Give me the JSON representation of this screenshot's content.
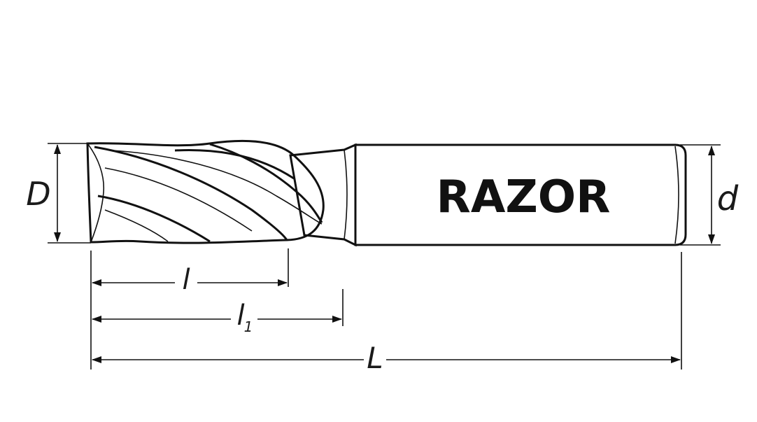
{
  "brand": "RAZOR",
  "dimensions": {
    "cutter_diameter": "D",
    "shank_diameter": "d",
    "cutting_length": "l",
    "flute_length_main": "l",
    "flute_length_sub": "1",
    "overall_length": "L"
  }
}
